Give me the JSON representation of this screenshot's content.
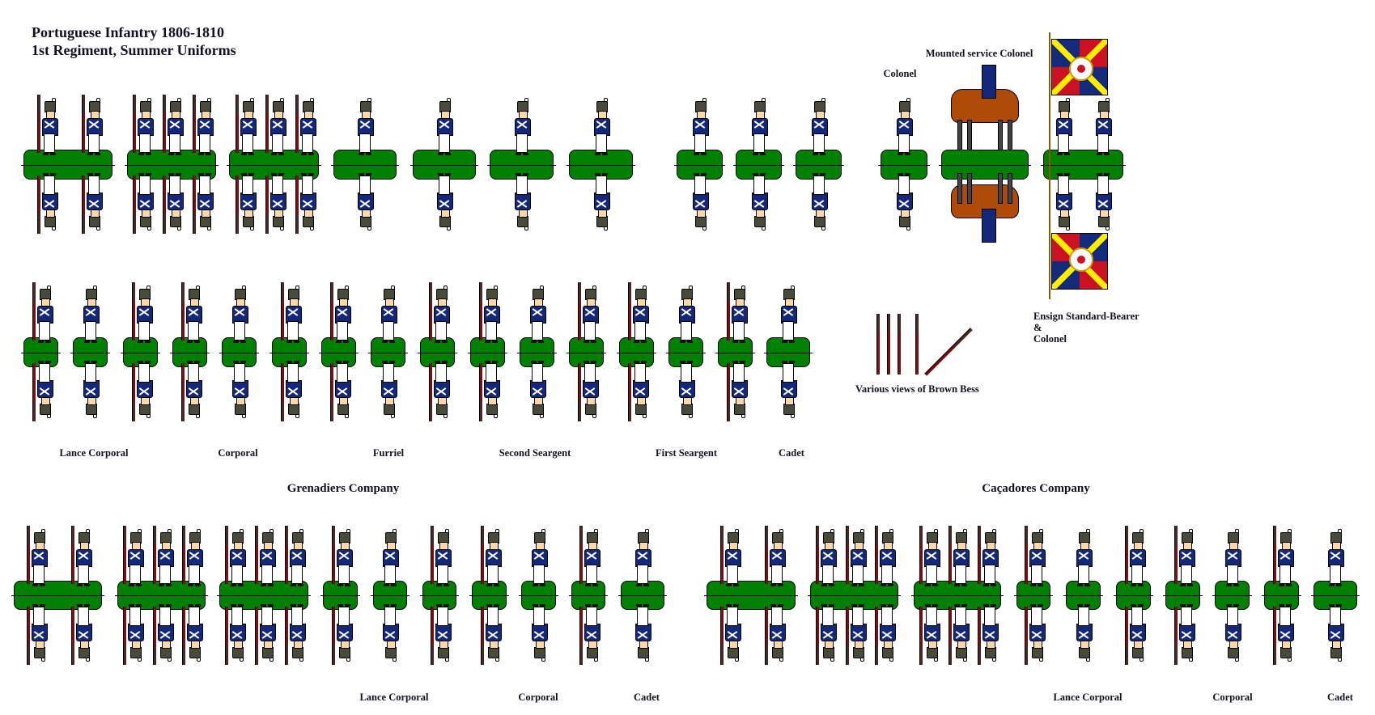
{
  "title": {
    "line1": "Portuguese Infantry 1806-1810",
    "line2": "1st Regiment, Summer Uniforms"
  },
  "colors": {
    "coat": "#14287a",
    "base": "#008000",
    "trousers": "#ffffff",
    "musket_stock": "#7a0f0f",
    "flag_red": "#cc1122",
    "flag_blue": "#142a7a",
    "flag_yellow": "#ffee00",
    "horse": "#b04a08"
  },
  "row1": {
    "labels": {
      "colonel": "Colonel",
      "mounted_colonel": "Mounted service Colonel"
    },
    "groups": [
      {
        "figures": 2,
        "pose": "order arms"
      },
      {
        "figures": 3,
        "pose": "shoulder arms"
      },
      {
        "figures": 3,
        "pose": "present arms"
      },
      {
        "figures": 1,
        "pose": "aiming"
      },
      {
        "figures": 1,
        "pose": "charge bayonet"
      },
      {
        "figures": 1,
        "pose": "kneeling aiming"
      },
      {
        "figures": 1,
        "pose": "kneeling charge"
      },
      {
        "figures": 1,
        "pose": "drummer"
      },
      {
        "figures": 1,
        "pose": "officer"
      },
      {
        "figures": 1,
        "pose": "pioneer"
      },
      {
        "figures": 1,
        "pose": "colonel"
      },
      {
        "figures": 1,
        "pose": "mounted colonel"
      },
      {
        "figures": 2,
        "pose": "ensign and colonel"
      }
    ]
  },
  "row2": {
    "labels": [
      "Lance Corporal",
      "Corporal",
      "Furriel",
      "Second Seargent",
      "First Seargent",
      "Cadet"
    ]
  },
  "side": {
    "ensign_label_line1": "Ensign Standard-Bearer",
    "ensign_label_line2": "&",
    "ensign_label_line3": "Colonel",
    "musket_label": "Various views of Brown Bess",
    "musket_views": 5
  },
  "grenadiers": {
    "title": "Grenadiers Company",
    "labels": [
      "Lance Corporal",
      "Corporal",
      "Cadet"
    ]
  },
  "cacadores": {
    "title": "Caçadores Company",
    "labels": [
      "Lance Corporal",
      "Corporal",
      "Cadet"
    ]
  }
}
